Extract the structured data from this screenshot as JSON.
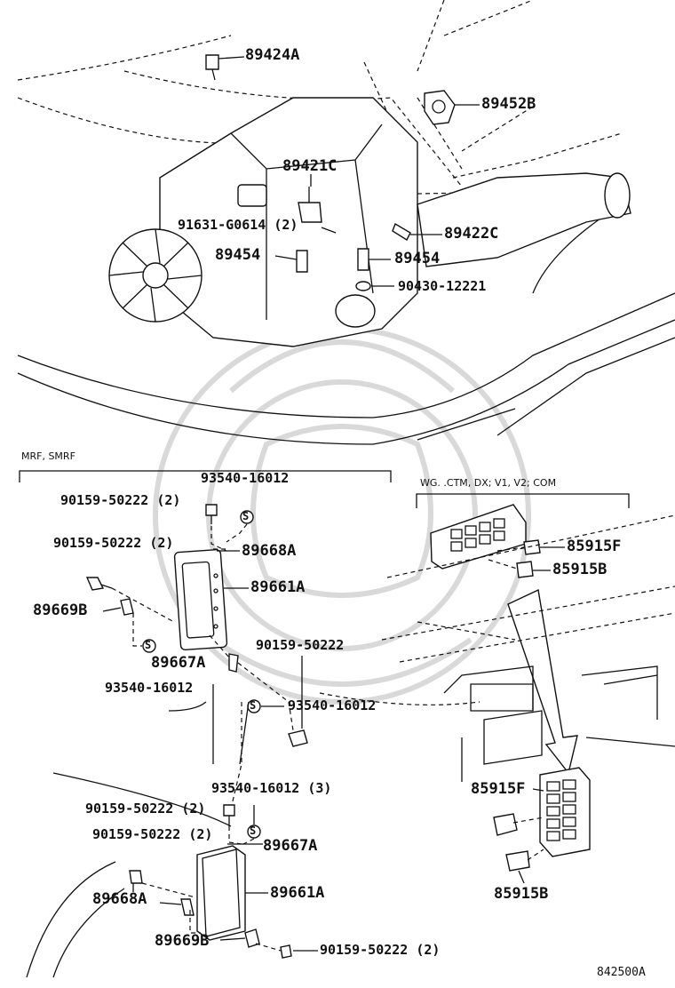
{
  "labels": {
    "p89424A": "89424A",
    "p89452B": "89452B",
    "p89421C": "89421C",
    "p91631": "91631-G0614 (2)",
    "p89422C": "89422C",
    "p89454_left": "89454",
    "p89454_right": "89454",
    "p90430": "90430-12221",
    "cond_mrf": "MRF, SMRF",
    "cond_wg": "WG. .CTM, DX; V1, V2; COM",
    "p93540_a": "93540-16012",
    "p90159_a": "90159-50222 (2)",
    "p90159_b": "90159-50222 (2)",
    "p89668A_a": "89668A",
    "p89661A_a": "89661A",
    "p89669B_a": "89669B",
    "p89667A_a": "89667A",
    "p90159_c": "90159-50222",
    "p93540_b": "93540-16012",
    "p93540_c": "93540-16012",
    "p85915F_a": "85915F",
    "p85915B_a": "85915B",
    "p85915F_b": "85915F",
    "p85915B_b": "85915B",
    "p93540_d": "93540-16012 (3)",
    "p90159_d": "90159-50222 (2)",
    "p90159_e": "90159-50222 (2)",
    "p89667A_b": "89667A",
    "p89668A_b": "89668A",
    "p89661A_b": "89661A",
    "p89669B_b": "89669B",
    "p90159_f": "90159-50222 (2)",
    "s_symbol": "S",
    "figure_id": "842500A"
  }
}
